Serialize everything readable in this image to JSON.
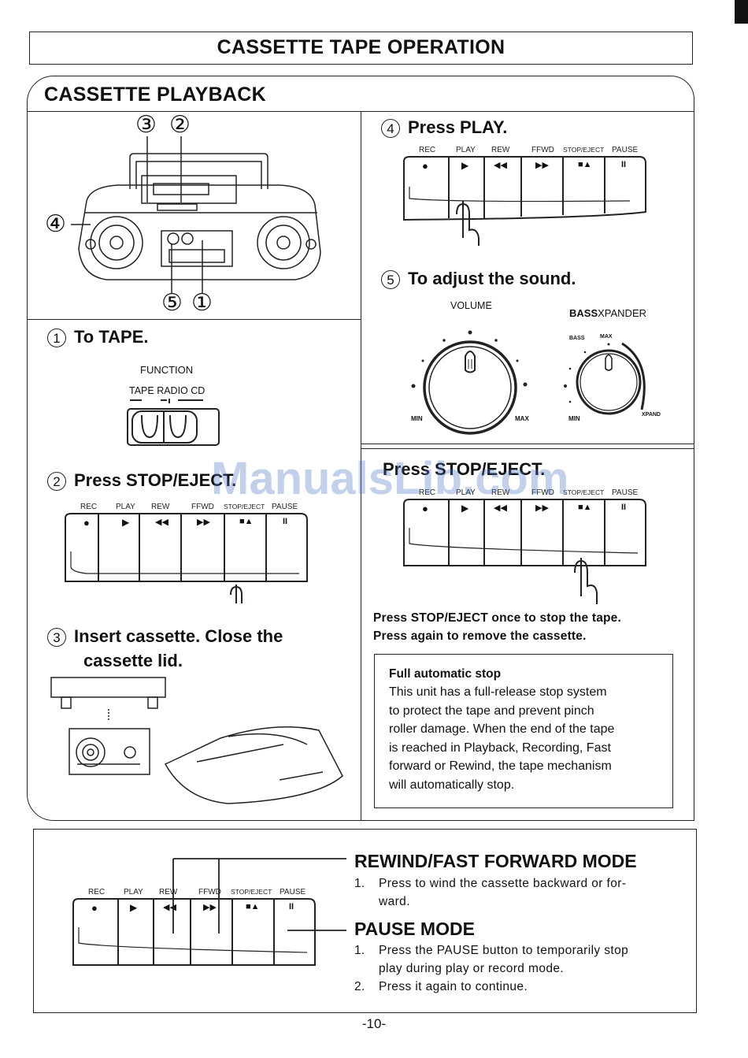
{
  "header": {
    "title": "CASSETTE TAPE OPERATION"
  },
  "section": {
    "title": "CASSETTE PLAYBACK"
  },
  "callouts": {
    "c1": "①",
    "c2": "②",
    "c3": "③",
    "c4": "④",
    "c5": "⑤"
  },
  "steps": {
    "s1": {
      "num": "1",
      "title": "To TAPE.",
      "function_label": "FUNCTION",
      "positions": "TAPE RADIO CD"
    },
    "s2": {
      "num": "2",
      "title": "Press STOP/EJECT."
    },
    "s3": {
      "num": "3",
      "title_line1": "Insert cassette.  Close the",
      "title_line2": "cassette lid."
    },
    "s4": {
      "num": "4",
      "title": "Press PLAY."
    },
    "s5": {
      "num": "5",
      "title": "To adjust the sound.",
      "volume_label": "VOLUME",
      "bass_label_bold": "BASS",
      "bass_label_rest": "XPANDER",
      "min": "MIN",
      "max": "MAX",
      "bass_small": "BASS",
      "max_small": "MAX",
      "xpand": "XPAND"
    },
    "s6": {
      "title": "Press STOP/EJECT.",
      "line1": "Press STOP/EJECT once to stop the tape.",
      "line2": "Press again to remove the cassette."
    }
  },
  "buttons": {
    "labels": [
      "REC",
      "PLAY",
      "REW",
      "FFWD",
      "STOP/EJECT",
      "PAUSE"
    ],
    "symbols": [
      "●",
      "▶",
      "◀◀",
      "▶▶",
      "■▲",
      "II"
    ]
  },
  "note": {
    "title": "Full automatic stop",
    "lines": [
      "This unit has a full-release stop system",
      "to protect the tape and prevent pinch",
      "roller damage. When the end of the tape",
      "is reached in Playback, Recording, Fast",
      "forward or Rewind, the tape mechanism",
      "will automatically stop."
    ]
  },
  "modes": {
    "rewind": {
      "title": "REWIND/FAST FORWARD MODE",
      "item1_num": "1.",
      "item1_l1": "Press to wind the cassette backward or for-",
      "item1_l2": "ward."
    },
    "pause": {
      "title": "PAUSE MODE",
      "item1_num": "1.",
      "item1_l1": "Press the PAUSE button to temporarily stop",
      "item1_l2": "play during play or record mode.",
      "item2_num": "2.",
      "item2_l1": "Press it again to continue."
    }
  },
  "watermark": "ManualsLib.com",
  "page_number": "-10-"
}
